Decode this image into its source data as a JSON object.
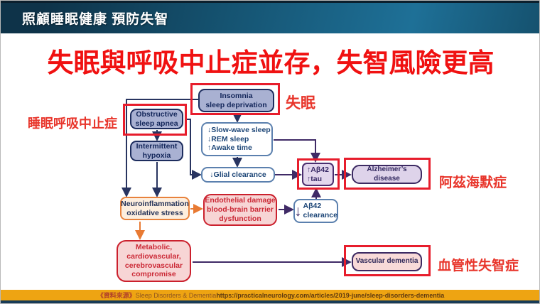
{
  "header": {
    "title": "照顧睡眠健康 預防失智"
  },
  "title": "失眠與呼吸中止症並存，失智風險更高",
  "callout_labels": {
    "insomnia": "失眠",
    "sleep_apnea": "睡眠呼吸中止症",
    "alzheimers": "阿茲海默症",
    "vascular": "血管性失智症"
  },
  "flowchart": {
    "insomnia": {
      "lines": [
        "Insomnia",
        "sleep deprivation"
      ]
    },
    "osa": {
      "lines": [
        "Obstructive",
        "sleep apnea"
      ]
    },
    "hypoxia": {
      "lines": [
        "Intermittent",
        "hypoxia"
      ]
    },
    "sleep_changes": {
      "lines": [
        "↓Slow-wave sleep",
        "↓REM sleep",
        "↑Awake time"
      ]
    },
    "glial": {
      "lines": [
        "↓Glial clearance"
      ]
    },
    "abeta_tau": {
      "lines": [
        "↑Aβ42",
        "↑tau"
      ]
    },
    "alzheimers": {
      "lines": [
        "Alzheimer’s disease"
      ]
    },
    "neuro": {
      "lines": [
        "Neuroinflammation",
        "oxidative stress"
      ]
    },
    "endothelial": {
      "lines": [
        "Endothelial damage",
        "blood-brain barrier",
        "dysfunction"
      ]
    },
    "abeta_clearance": {
      "arrow": "↓",
      "lines": [
        "Aβ42",
        "clearance"
      ]
    },
    "metabolic": {
      "lines": [
        "Metabolic,",
        "cardiovascular,",
        "cerebrovascular",
        "compromise"
      ]
    },
    "vascular": {
      "lines": [
        "Vascular dementia"
      ]
    }
  },
  "footer": {
    "source_label": "《資料來源》",
    "source_text": "Sleep Disorders & Dementia",
    "source_url": "https://practicalneurology.com/articles/2019-june/sleep-disorders-dementia"
  },
  "colors": {
    "callout_red": "#e71d2c",
    "title_red": "#f01111",
    "label_red": "#e8352b",
    "header_blue": "#155371",
    "footer_gold": "#eea412",
    "navy_box_fill": "#a9b1d2",
    "purple_box_fill": "#e3d7ed",
    "pink_box_fill": "#f7d5d5",
    "orange_box_fill": "#fdeede",
    "arrow_navy": "#283460",
    "arrow_purple": "#3f2a66",
    "arrow_orange": "#e87a33"
  }
}
